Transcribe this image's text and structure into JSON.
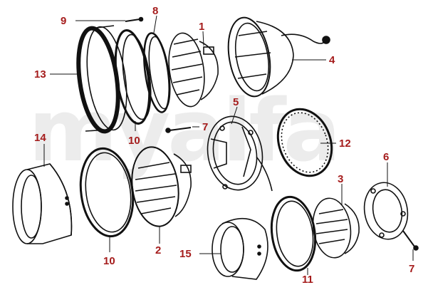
{
  "watermark": "myalfa",
  "colors": {
    "callout": "#a51c1c",
    "watermark": "#ececec",
    "ink": "#111111"
  },
  "callouts": [
    "9",
    "8",
    "1",
    "4",
    "13",
    "5",
    "7",
    "10",
    "12",
    "14",
    "6",
    "3",
    "2",
    "15",
    "10",
    "11",
    "7"
  ]
}
